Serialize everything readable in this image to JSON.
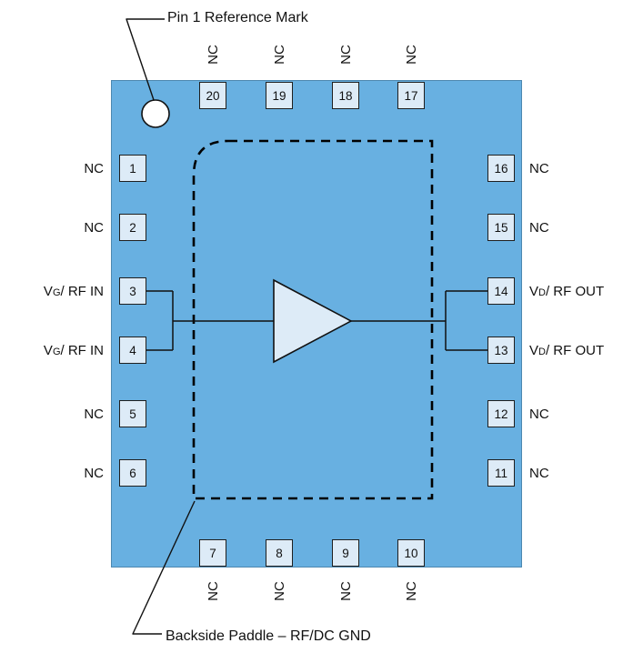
{
  "annotations": {
    "pin1_ref_label": "Pin 1 Reference Mark",
    "backside_paddle_label": "Backside Paddle – RF/DC GND"
  },
  "pins": {
    "top": [
      {
        "num": "20",
        "label": "NC"
      },
      {
        "num": "19",
        "label": "NC"
      },
      {
        "num": "18",
        "label": "NC"
      },
      {
        "num": "17",
        "label": "NC"
      }
    ],
    "bottom": [
      {
        "num": "7",
        "label": "NC"
      },
      {
        "num": "8",
        "label": "NC"
      },
      {
        "num": "9",
        "label": "NC"
      },
      {
        "num": "10",
        "label": "NC"
      }
    ],
    "left": [
      {
        "num": "1",
        "main": "NC",
        "sub": "",
        "rest": ""
      },
      {
        "num": "2",
        "main": "NC",
        "sub": "",
        "rest": ""
      },
      {
        "num": "3",
        "main": "V",
        "sub": "G",
        "rest": " / RF IN"
      },
      {
        "num": "4",
        "main": "V",
        "sub": "G",
        "rest": " / RF IN"
      },
      {
        "num": "5",
        "main": "NC",
        "sub": "",
        "rest": ""
      },
      {
        "num": "6",
        "main": "NC",
        "sub": "",
        "rest": ""
      }
    ],
    "right": [
      {
        "num": "16",
        "main": "NC",
        "sub": "",
        "rest": ""
      },
      {
        "num": "15",
        "main": "NC",
        "sub": "",
        "rest": ""
      },
      {
        "num": "14",
        "main": "V",
        "sub": "D",
        "rest": " / RF OUT"
      },
      {
        "num": "13",
        "main": "V",
        "sub": "D",
        "rest": " / RF OUT"
      },
      {
        "num": "12",
        "main": "NC",
        "sub": "",
        "rest": ""
      },
      {
        "num": "11",
        "main": "NC",
        "sub": "",
        "rest": ""
      }
    ]
  },
  "colors": {
    "package_fill": "#68B0E1",
    "pin_fill": "#DDEBF7",
    "outline": "#111111"
  }
}
